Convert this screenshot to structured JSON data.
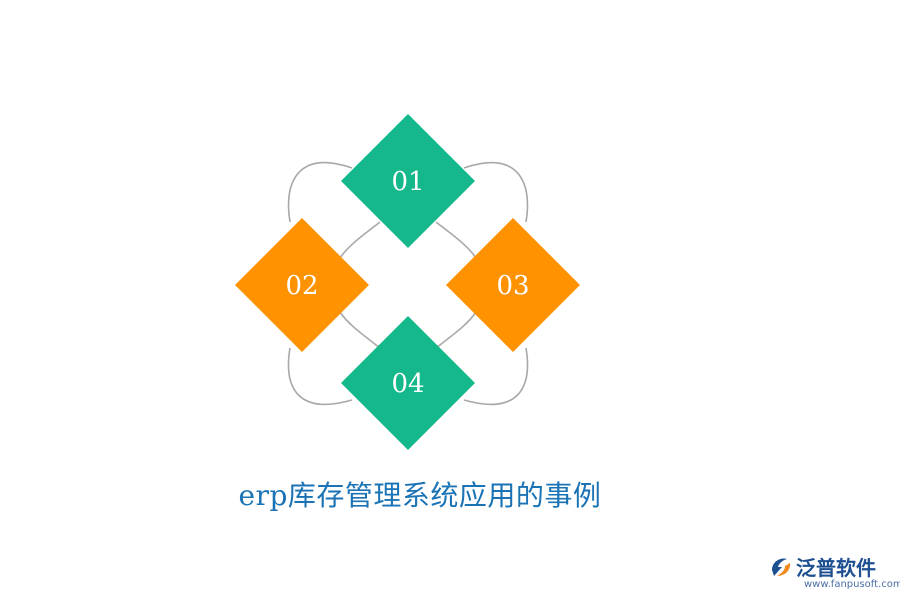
{
  "diagram": {
    "nodes": [
      {
        "id": "01",
        "label": "01",
        "color": "#14b88a"
      },
      {
        "id": "02",
        "label": "02",
        "color": "#ff9200"
      },
      {
        "id": "03",
        "label": "03",
        "color": "#ff9200"
      },
      {
        "id": "04",
        "label": "04",
        "color": "#14b88a"
      }
    ],
    "connector_color": "#a8a8a8"
  },
  "title": "erp库存管理系统应用的事例",
  "logo": {
    "name": "泛普软件",
    "url": "www.fanpusoft.com",
    "icon": "fanpu-logo-icon"
  }
}
